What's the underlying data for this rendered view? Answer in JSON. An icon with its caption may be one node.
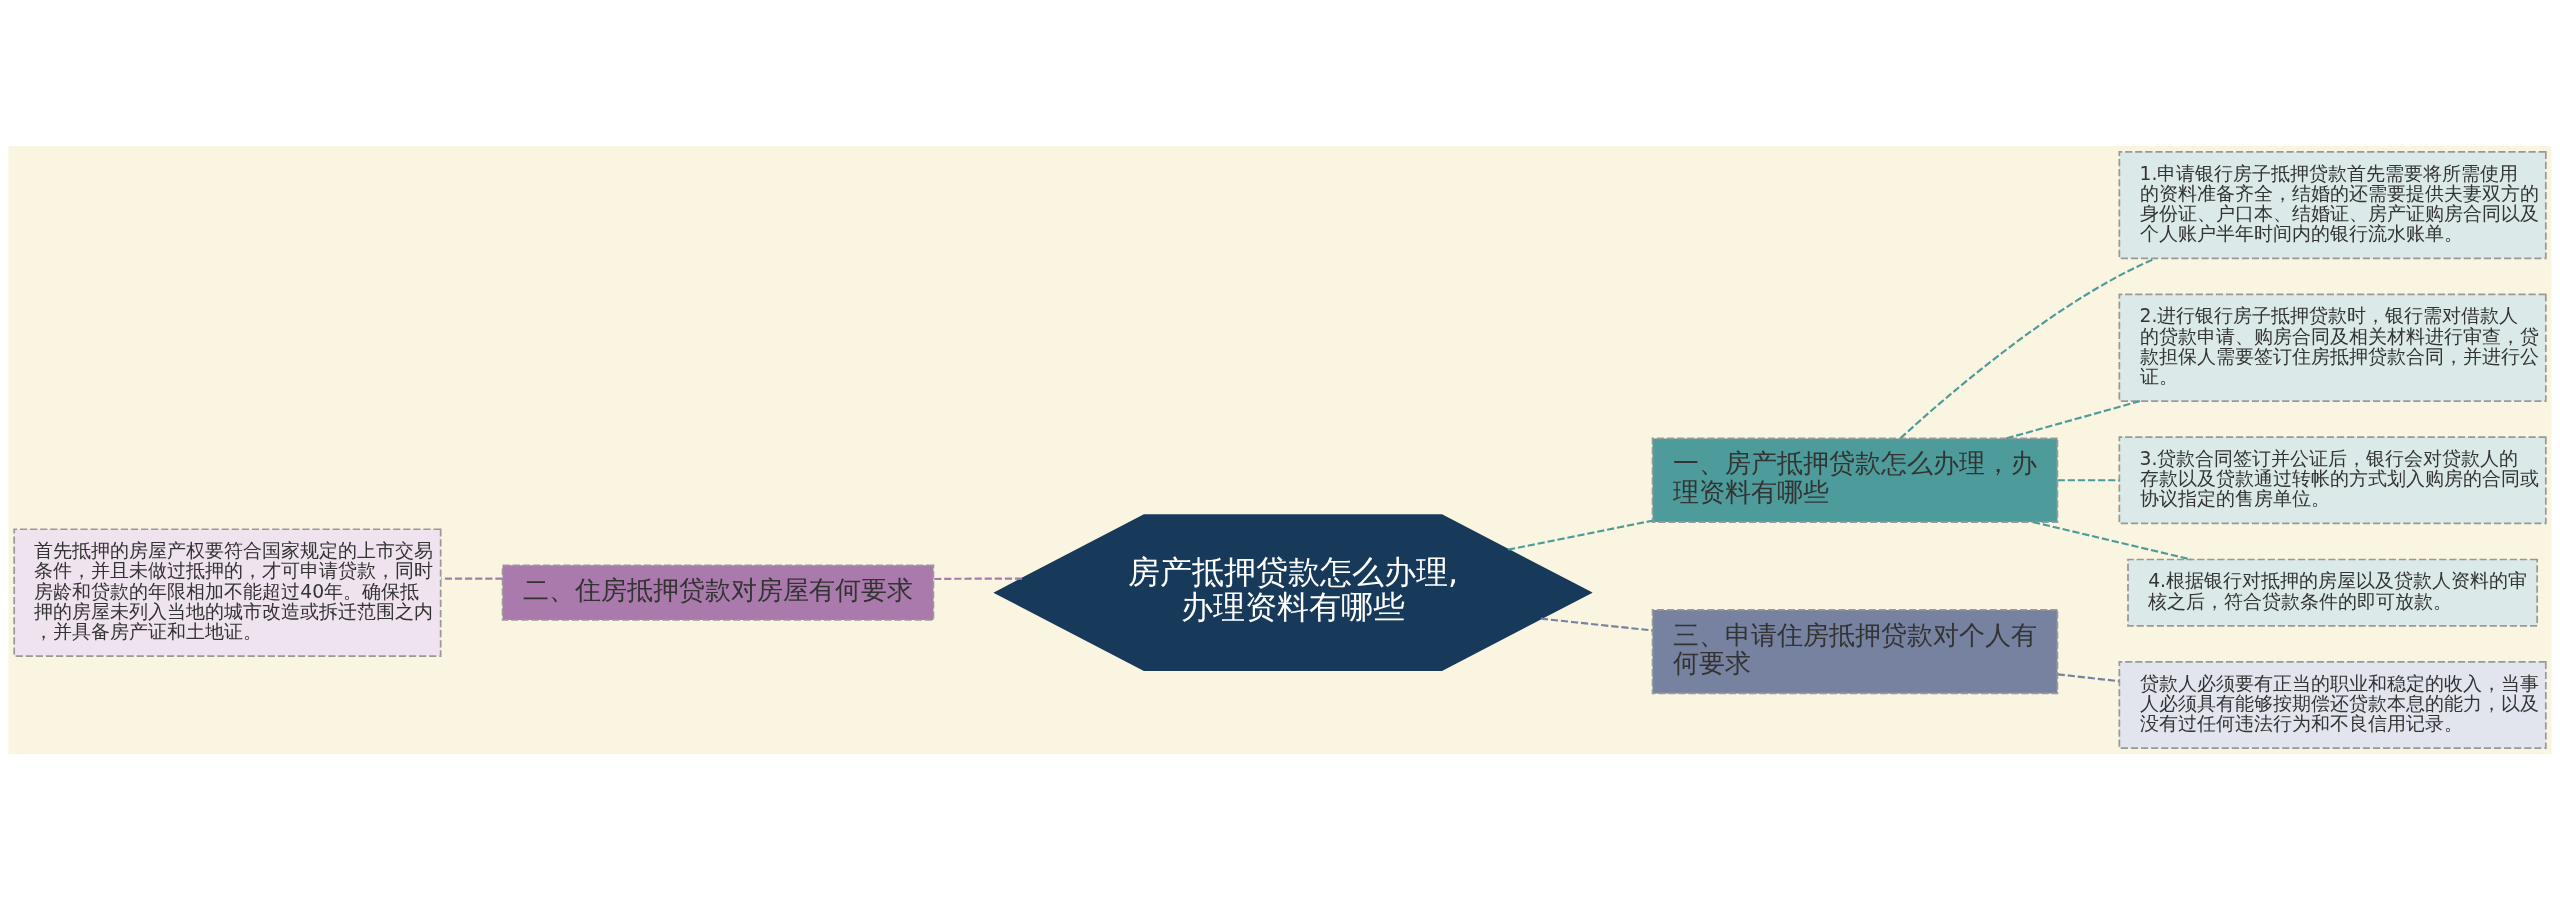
{
  "diagram": {
    "nodes": [
      {
        "text": [
          "房产抵押贷款怎么办理,办理资料有哪些"
        ]
      },
      {
        "text": [
          "二、住房抵押贷款对房屋有何要求"
        ]
      },
      {
        "text": [
          "首先抵押的房屋产权要符合国家规定的上市交易条件，并且未做过抵押的，才可申请贷款，同时房龄和贷款的年限相加不能超过40年。确保抵押的房屋未列入当地的城市改造或拆迁范围之内，并具备房产证和土地证。"
        ]
      },
      {
        "text": [
          "一、房产抵押贷款怎么办理，办理资料有哪些"
        ]
      },
      {
        "text": [
          "1.申请银行房子抵押贷款首先需要将所需使用的资料准备齐全，结婚的还需要提供夫妻双方的身份证、户口本、结婚证、房产证购房合同以及个人账户半年时间内的银行流水账单。"
        ]
      },
      {
        "text": [
          "2.进行银行房子抵押贷款时，银行需对借款人的贷款申请、购房合同及相关材料进行审查，贷款担保人需要签订住房抵押贷款合同，并进行公证。"
        ]
      },
      {
        "text": [
          "3.贷款合同签订并公证后，银行会对贷款人的存款以及贷款通过转帐的方式划入购房的合同或协议指定的售房单位。"
        ]
      },
      {
        "text": [
          "4.根据银行对抵押的房屋以及贷款人资料的审核之后，符合贷款条件的即可放款。"
        ]
      },
      {
        "text": [
          "三、申请住房抵押贷款对个人有何要求"
        ]
      },
      {
        "text": [
          "贷款人必须要有正当的职业和稳定的收入，当事人必须具有能够按期偿还贷款本息的能力，以及没有过任何违法行为和不良信用记录。"
        ]
      }
    ],
    "edges": [
      {
        "from": 0,
        "to": 1,
        "arrow": "none",
        "style": "dashed",
        "color": "#a97aab"
      },
      {
        "from": 1,
        "to": 2,
        "arrow": "none",
        "style": "dashed",
        "color": "#a97aab"
      },
      {
        "from": 0,
        "to": 3,
        "arrow": "none",
        "style": "dashed"
      },
      {
        "from": 3,
        "to": 4,
        "arrow": "none",
        "style": "dashed"
      },
      {
        "from": 3,
        "to": 5,
        "arrow": "none",
        "style": "dashed"
      },
      {
        "from": 3,
        "to": 6,
        "arrow": "none",
        "style": "dashed"
      },
      {
        "from": 3,
        "to": 7,
        "arrow": "none",
        "style": "dashed"
      },
      {
        "from": 0,
        "to": 8,
        "arrow": "none",
        "style": "dashed",
        "color": "#7682a0"
      },
      {
        "from": 8,
        "to": 9,
        "arrow": "none",
        "style": "dashed",
        "color": "#7682a0"
      }
    ]
  }
}
